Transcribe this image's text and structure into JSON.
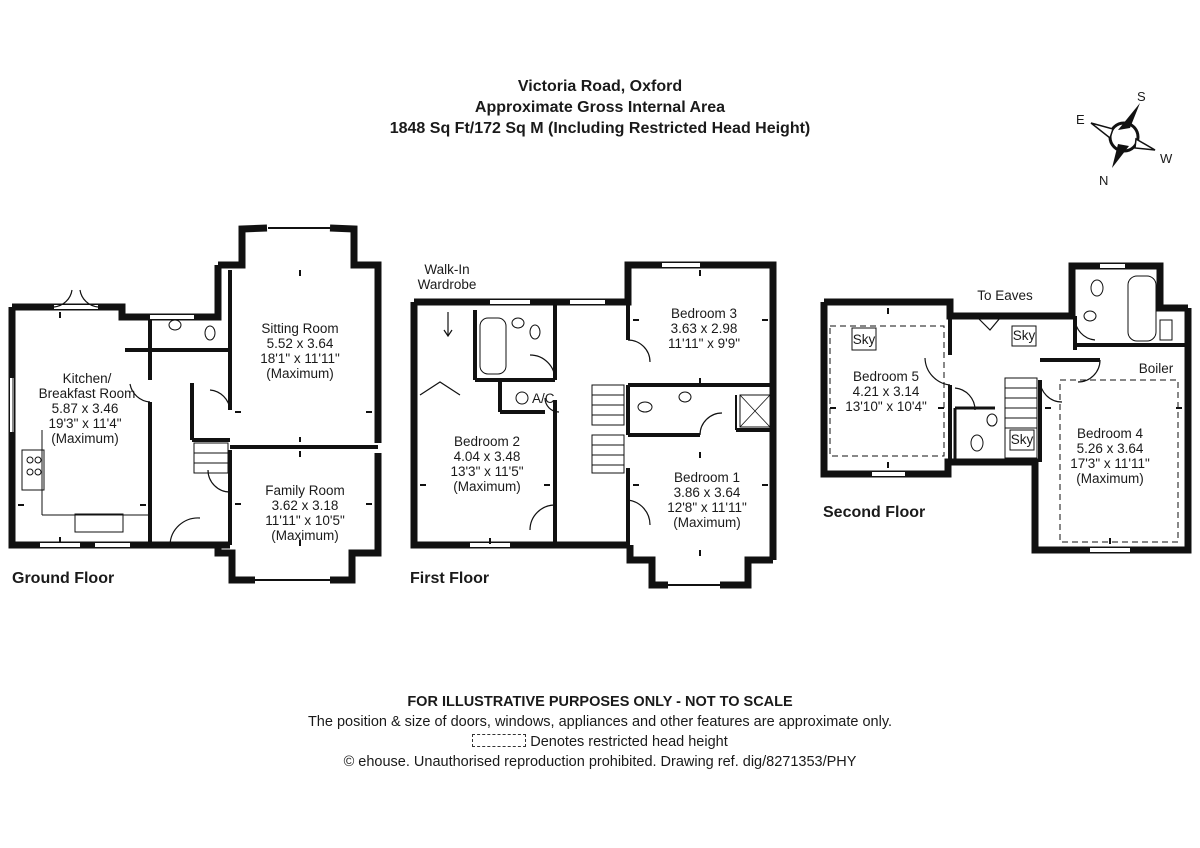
{
  "header": {
    "line1": "Victoria Road, Oxford",
    "line2": "Approximate Gross Internal Area",
    "line3": "1848 Sq Ft/172 Sq M (Including Restricted Head Height)"
  },
  "compass": {
    "e": "E",
    "s": "S",
    "w": "W",
    "n": "N"
  },
  "ground_floor": {
    "title": "Ground Floor",
    "kitchen": {
      "name1": "Kitchen/",
      "name2": "Breakfast Room",
      "metric": "5.87 x 3.46",
      "imperial": "19'3\" x 11'4\"",
      "note": "(Maximum)"
    },
    "sitting": {
      "name": "Sitting Room",
      "metric": "5.52 x 3.64",
      "imperial": "18'1\" x 11'11\"",
      "note": "(Maximum)"
    },
    "family": {
      "name": "Family Room",
      "metric": "3.62 x 3.18",
      "imperial": "11'11\" x 10'5\"",
      "note": "(Maximum)"
    }
  },
  "first_floor": {
    "title": "First Floor",
    "wardrobe1": "Walk-In",
    "wardrobe2": "Wardrobe",
    "ac": "A/C",
    "bedroom2": {
      "name": "Bedroom 2",
      "metric": "4.04 x 3.48",
      "imperial": "13'3\" x 11'5\"",
      "note": "(Maximum)"
    },
    "bedroom3": {
      "name": "Bedroom 3",
      "metric": "3.63 x 2.98",
      "imperial": "11'11\" x 9'9\""
    },
    "bedroom1": {
      "name": "Bedroom 1",
      "metric": "3.86 x 3.64",
      "imperial": "12'8\" x 11'11\"",
      "note": "(Maximum)"
    }
  },
  "second_floor": {
    "title": "Second Floor",
    "eaves": "To Eaves",
    "sky": "Sky",
    "boiler": "Boiler",
    "bedroom5": {
      "name": "Bedroom 5",
      "metric": "4.21 x 3.14",
      "imperial": "13'10\" x 10'4\""
    },
    "bedroom4": {
      "name": "Bedroom 4",
      "metric": "5.26 x 3.64",
      "imperial": "17'3\" x 11'11\"",
      "note": "(Maximum)"
    }
  },
  "footer": {
    "line1": "FOR ILLUSTRATIVE PURPOSES ONLY - NOT TO SCALE",
    "line2": "The position & size of doors, windows, appliances and other features are approximate only.",
    "line3": "Denotes restricted head height",
    "line4": "© ehouse. Unauthorised reproduction prohibited. Drawing ref. dig/8271353/PHY"
  }
}
